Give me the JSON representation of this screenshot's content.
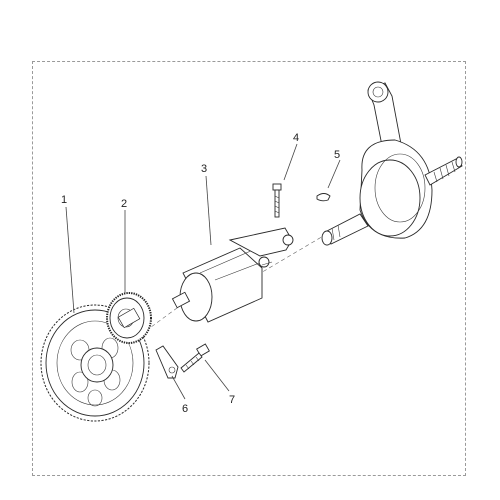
{
  "diagram": {
    "callouts": [
      {
        "id": "1",
        "label": "1"
      },
      {
        "id": "2",
        "label": "2"
      },
      {
        "id": "3",
        "label": "3"
      },
      {
        "id": "4",
        "label": "4"
      },
      {
        "id": "5",
        "label": "5"
      },
      {
        "id": "6",
        "label": "6"
      },
      {
        "id": "7",
        "label": "7"
      }
    ]
  },
  "colors": {
    "line": "#2a2a2a",
    "border": "#9a9a9a",
    "background": "#ffffff"
  }
}
